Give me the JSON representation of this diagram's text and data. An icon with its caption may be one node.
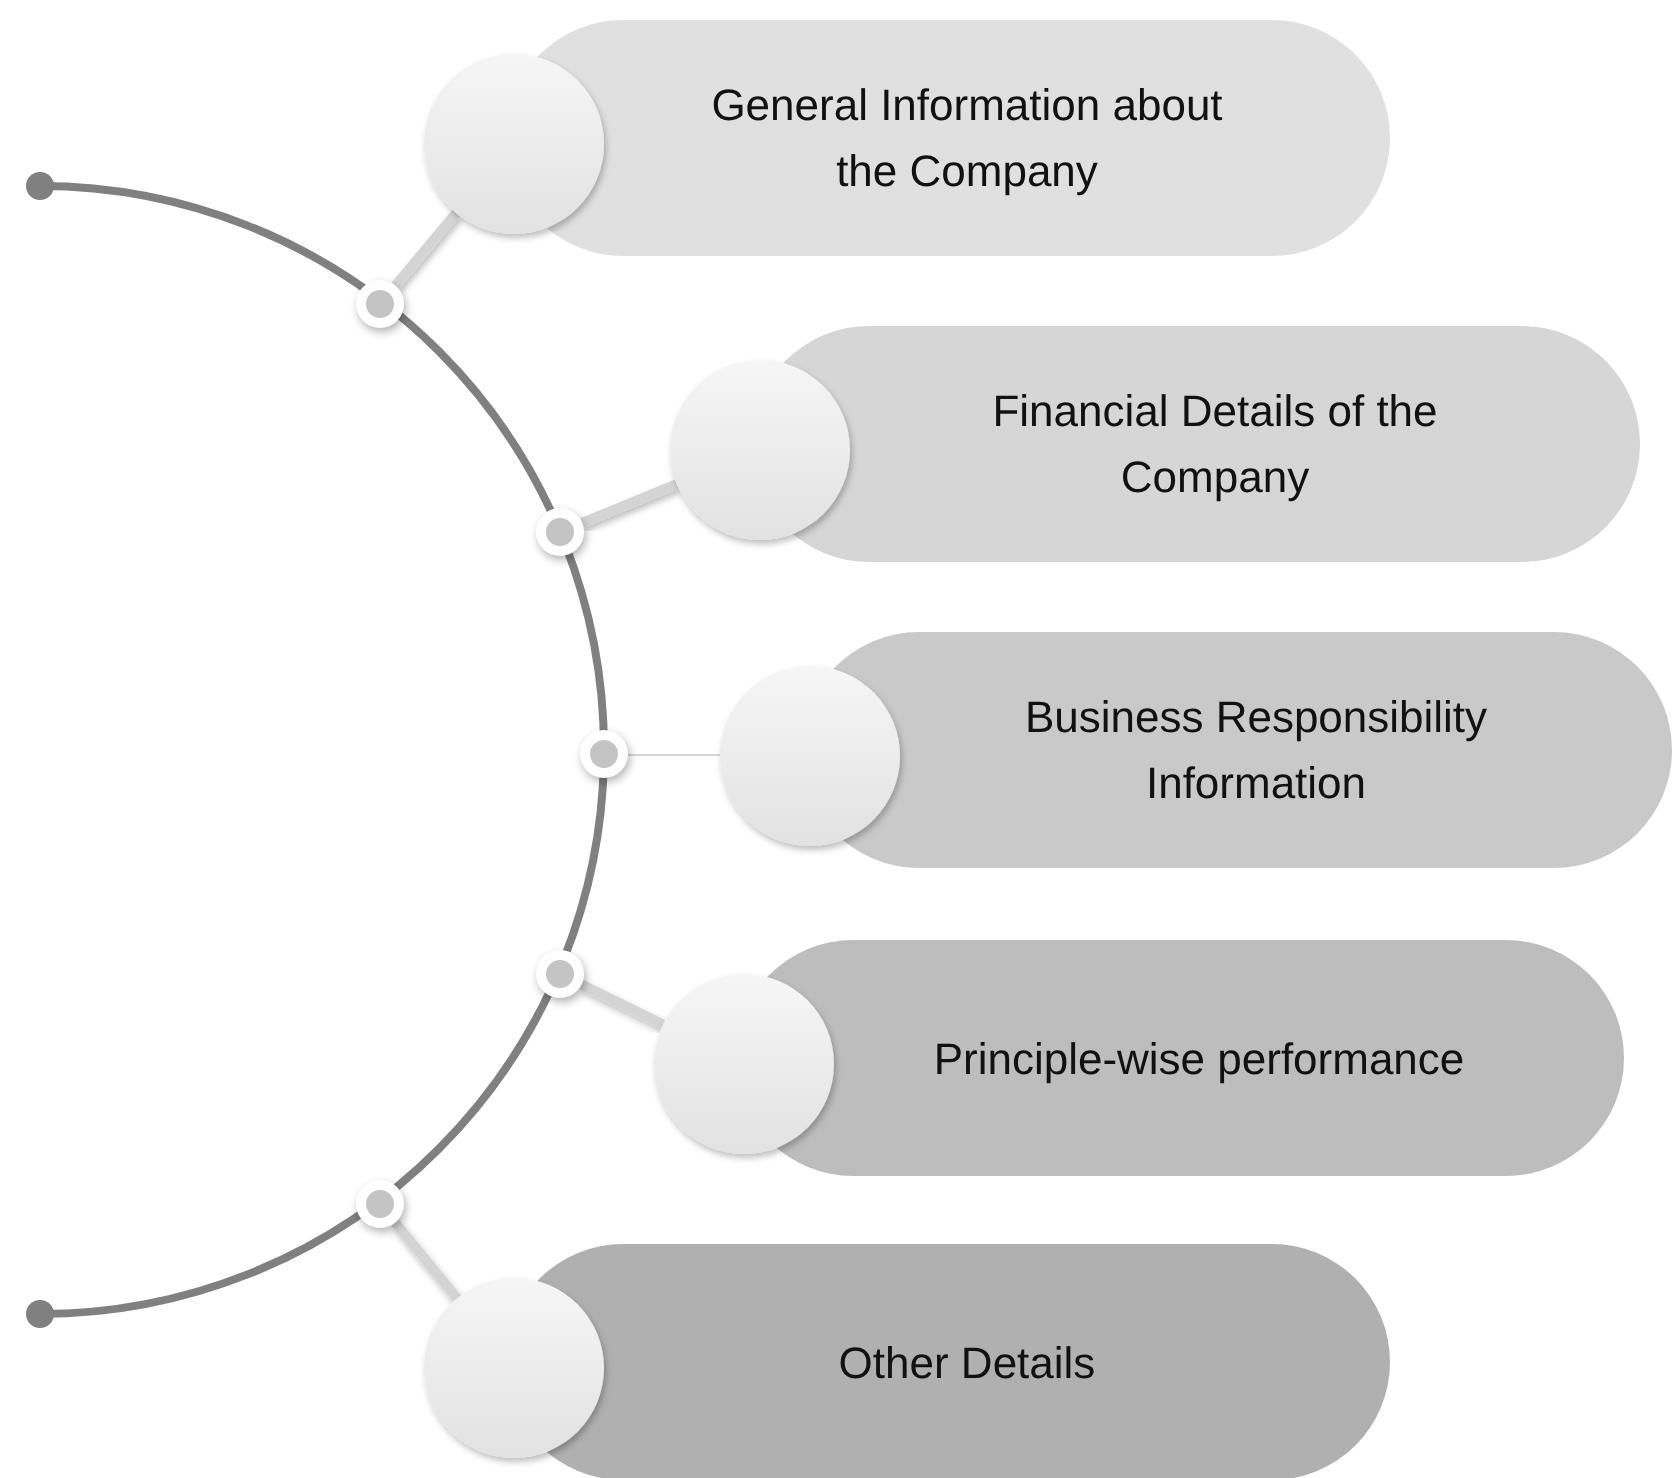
{
  "diagram": {
    "nodes": [
      {
        "text": [
          "General Information about the Company"
        ]
      },
      {
        "text": [
          "Financial Details of the Company"
        ]
      },
      {
        "text": [
          "Business Responsibility Information"
        ]
      },
      {
        "text": [
          "Principle-wise performance"
        ]
      },
      {
        "text": [
          "Other Details"
        ]
      },
      {
        "text": [],
        "shape": "circle"
      },
      {
        "text": [],
        "shape": "circle"
      },
      {
        "text": [],
        "shape": "circle"
      },
      {
        "text": [],
        "shape": "circle"
      },
      {
        "text": [],
        "shape": "circle"
      }
    ],
    "edges": [
      {
        "from": 5,
        "to": 0,
        "arrow": "none"
      },
      {
        "from": 6,
        "to": 1,
        "arrow": "none"
      },
      {
        "from": 7,
        "to": 2,
        "arrow": "none"
      },
      {
        "from": 8,
        "to": 3,
        "arrow": "none"
      },
      {
        "from": 9,
        "to": 4,
        "arrow": "none"
      }
    ]
  }
}
